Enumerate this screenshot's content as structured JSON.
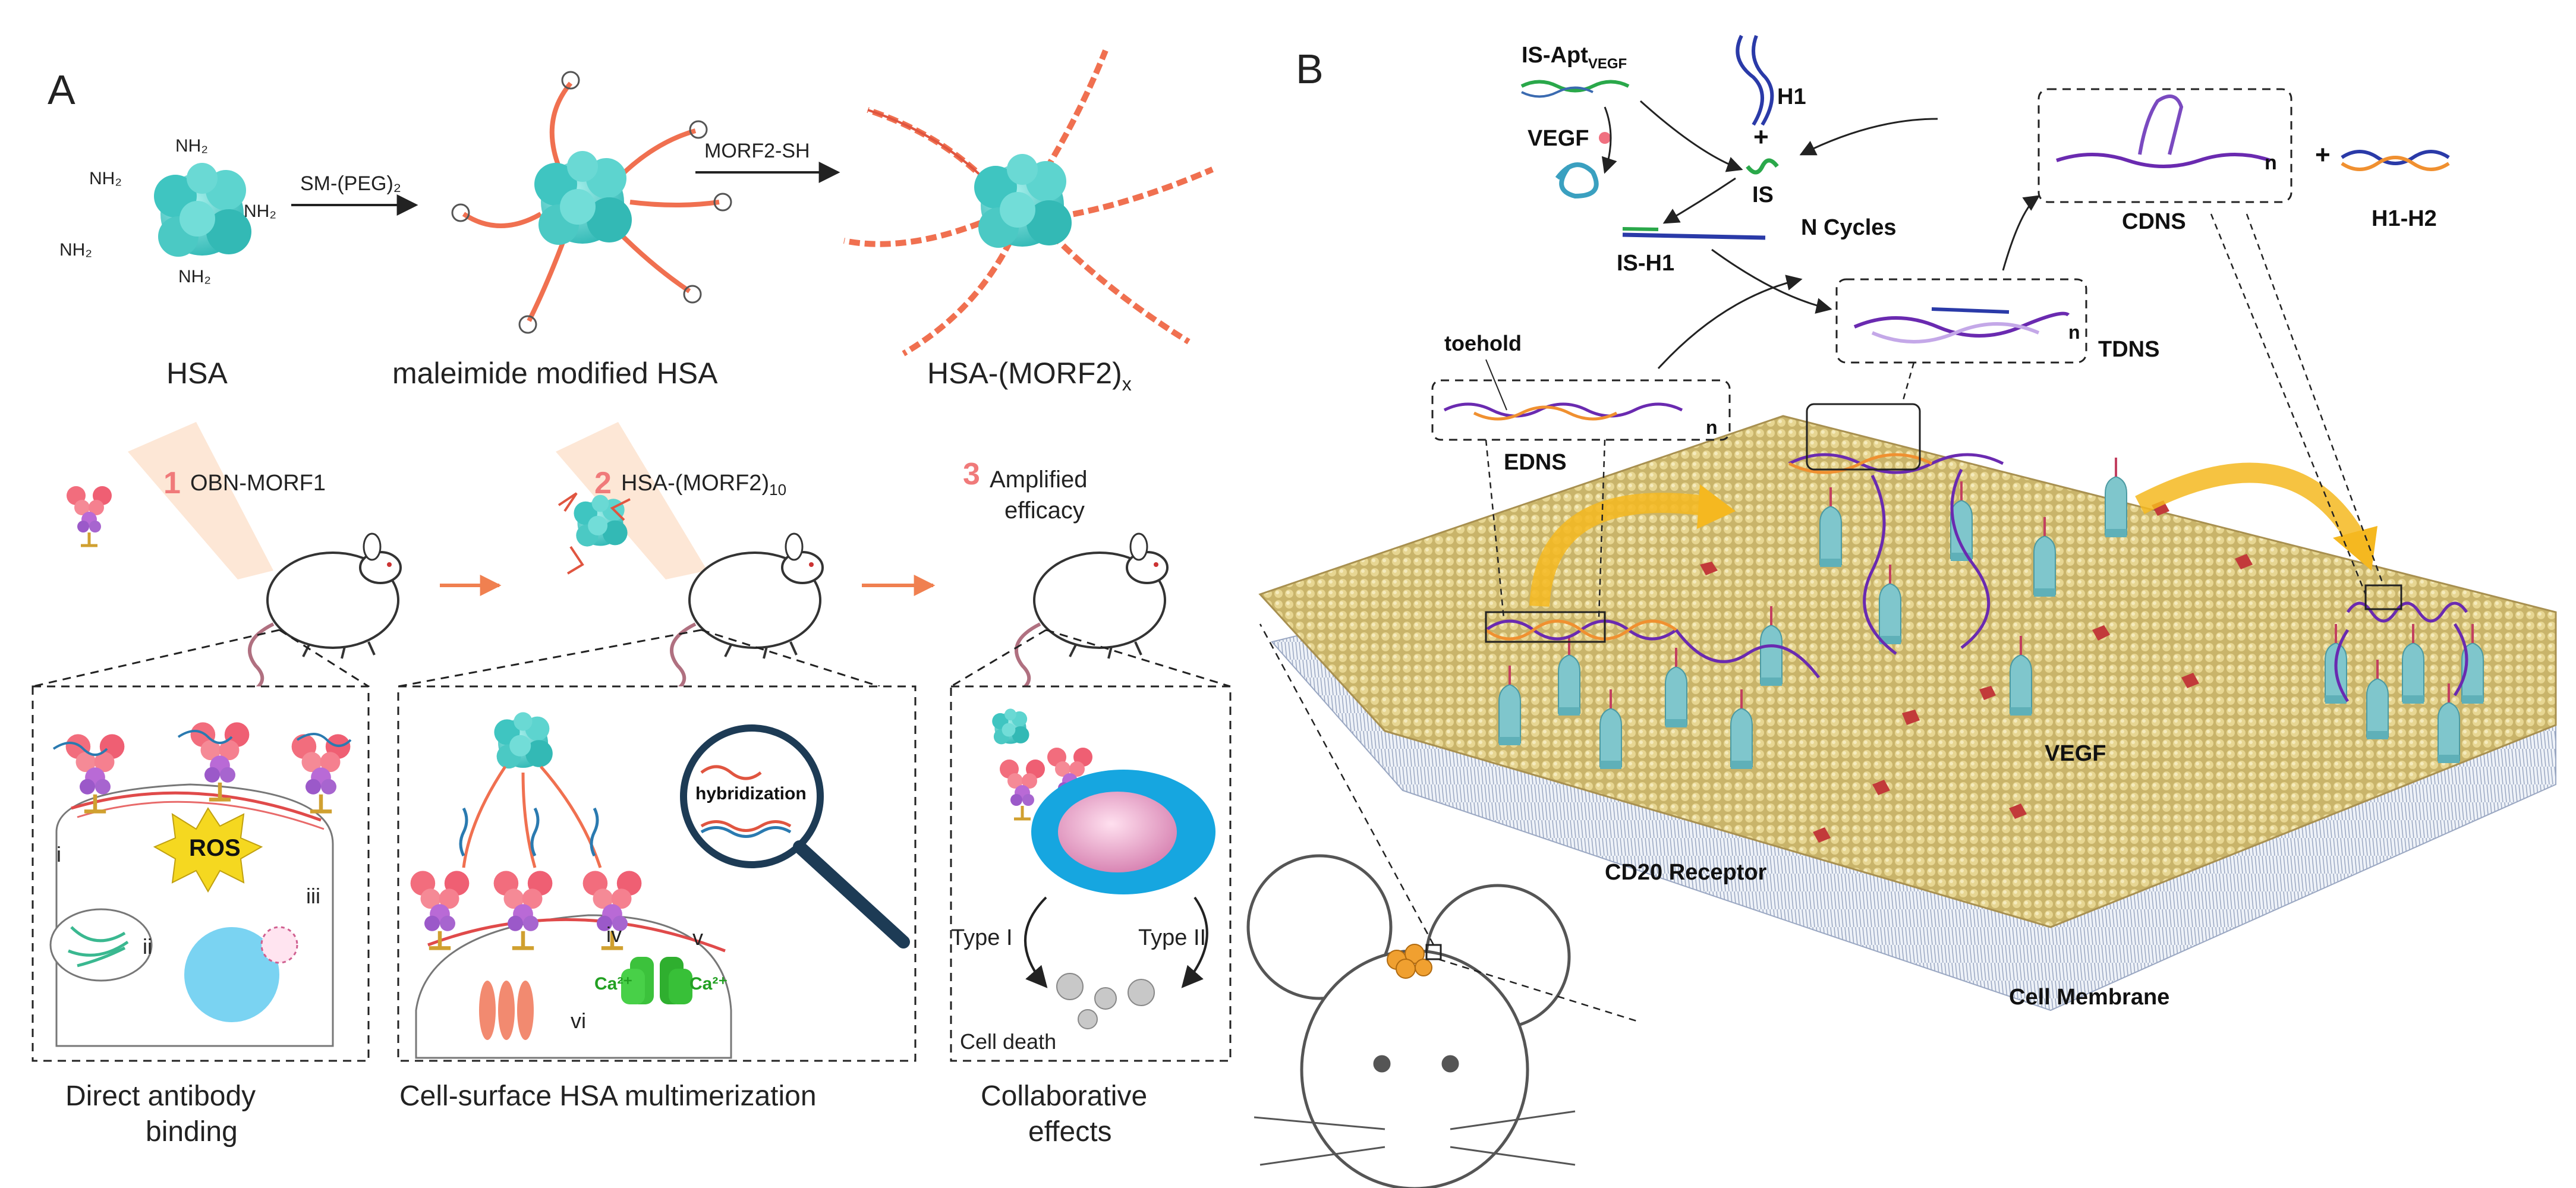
{
  "panel_a": {
    "letter": "A",
    "top_row": {
      "nh2": "NH₂",
      "step1_reagent": "SM-(PEG)₂",
      "step2_reagent": "MORF2-SH",
      "hsa_label": "HSA",
      "maleimide_label": "maleimide modified HSA",
      "product_label": "HSA-(MORF2)",
      "product_sub": "x"
    },
    "steps": [
      {
        "num": "1",
        "label": "OBN-MORF1"
      },
      {
        "num": "2",
        "label": "HSA-(MORF2)",
        "sub": "10"
      },
      {
        "num": "3",
        "label": "Amplified",
        "label2": "efficacy"
      }
    ],
    "box1": {
      "ros": "ROS",
      "i": "i",
      "ii": "ii",
      "iii": "iii",
      "caption1": "Direct antibody",
      "caption2": "binding"
    },
    "box2": {
      "hybridization": "hybridization",
      "iv": "iv",
      "v": "v",
      "vi": "vi",
      "ca": "Ca²⁺",
      "caption": "Cell-surface HSA multimerization"
    },
    "box3": {
      "type1": "Type I",
      "type2": "Type II",
      "cell_death": "Cell death",
      "caption1": "Collaborative",
      "caption2": "effects"
    }
  },
  "panel_b": {
    "letter": "B",
    "is_apt": "IS-Apt",
    "is_apt_sub": "VEGF",
    "vegf_top": "VEGF",
    "h1": "H1",
    "plus": "+",
    "is": "IS",
    "n_cycles": "N Cycles",
    "is_h1": "IS-H1",
    "cdns": "CDNS",
    "h1_h2": "H1-H2",
    "toehold": "toehold",
    "edns": "EDNS",
    "tdns": "TDNS",
    "n": "n",
    "vegf_membrane": "VEGF",
    "cd20": "CD20 Receptor",
    "cell_membrane": "Cell Membrane"
  }
}
